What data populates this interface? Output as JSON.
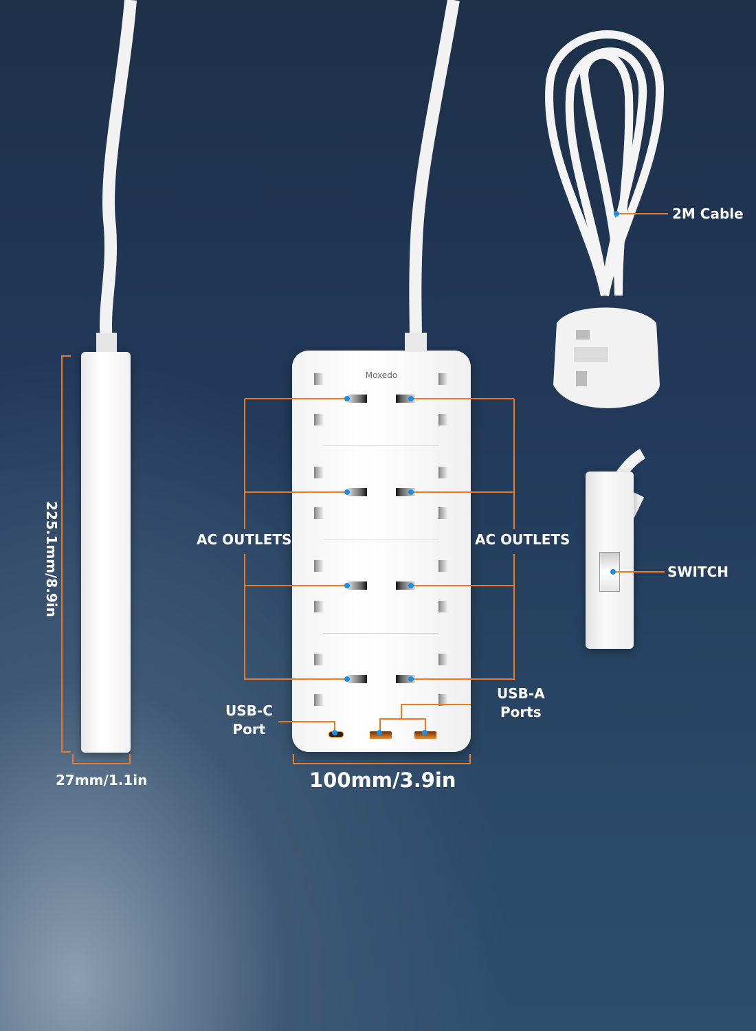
{
  "brand": "Moxedo",
  "labels": {
    "cable": "2M Cable",
    "ac_left": "AC OUTLETS",
    "ac_right": "AC OUTLETS",
    "switch": "SWITCH",
    "usb_c_line1": "USB-C",
    "usb_c_line2": "Port",
    "usb_a_line1": "USB-A",
    "usb_a_line2": "Ports"
  },
  "dimensions": {
    "height": "225.1mm/8.9in",
    "depth": "27mm/1.1in",
    "width": "100mm/3.9in"
  },
  "colors": {
    "accent": "#f07a1a",
    "marker": "#1a8fe8",
    "background": "#22395a"
  }
}
